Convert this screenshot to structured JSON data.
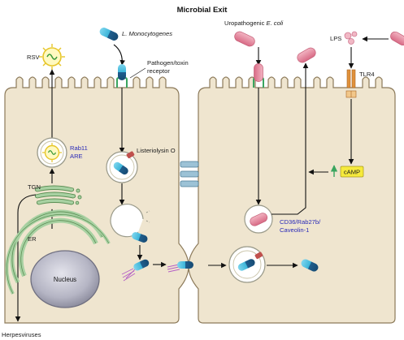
{
  "title": "Microbial Exit",
  "labels": {
    "rsv": "RSV",
    "l_mono_italic": "L. Monocytogenes",
    "receptor_line1": "Pathogen/toxin",
    "receptor_line2": "receptor",
    "listeriolysin": "Listeriolysin O",
    "rab11": "Rab11",
    "are": "ARE",
    "tgn": "TGN",
    "er": "ER",
    "nucleus": "Nucleus",
    "herpesviruses": "Herpesviruses",
    "upec_prefix": "Uropathogenic ",
    "upec_italic": "E. coli",
    "lps": "LPS",
    "tlr4": "TLR4",
    "camp": "cAMP",
    "cd36_line1": "CD36/Rab27b/",
    "cd36_line2": "Caveolin-1"
  },
  "colors": {
    "cell_fill": "#efe5cf",
    "cell_stroke": "#8c7a5a",
    "bacterium_cyan": "#4fc3e0",
    "bacterium_blue": "#1f5f8f",
    "ecoli_pink": "#e07f96",
    "label_blue": "#2a2ab8",
    "receptor_green": "#3aa55f",
    "camp_yellow": "#f6ea3c",
    "tlr4_orange": "#e0913b",
    "virus_yellow": "#e7c62a",
    "virus_green": "#3a9a3a"
  }
}
